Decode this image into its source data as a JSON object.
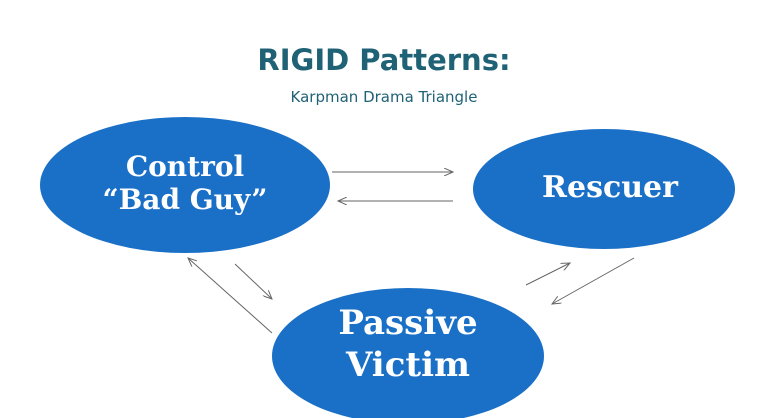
{
  "title": "RIGID Patterns:",
  "subtitle": "Karpman Drama Triangle",
  "nodes": {
    "control": {
      "line1": "Control",
      "line2": "“Bad Guy”"
    },
    "rescuer": {
      "line1": "Rescuer"
    },
    "victim": {
      "line1": "Passive",
      "line2": "Victim"
    }
  },
  "colors": {
    "node": "#1a6fc6",
    "title": "#1f6276",
    "arrow": "#666666"
  }
}
